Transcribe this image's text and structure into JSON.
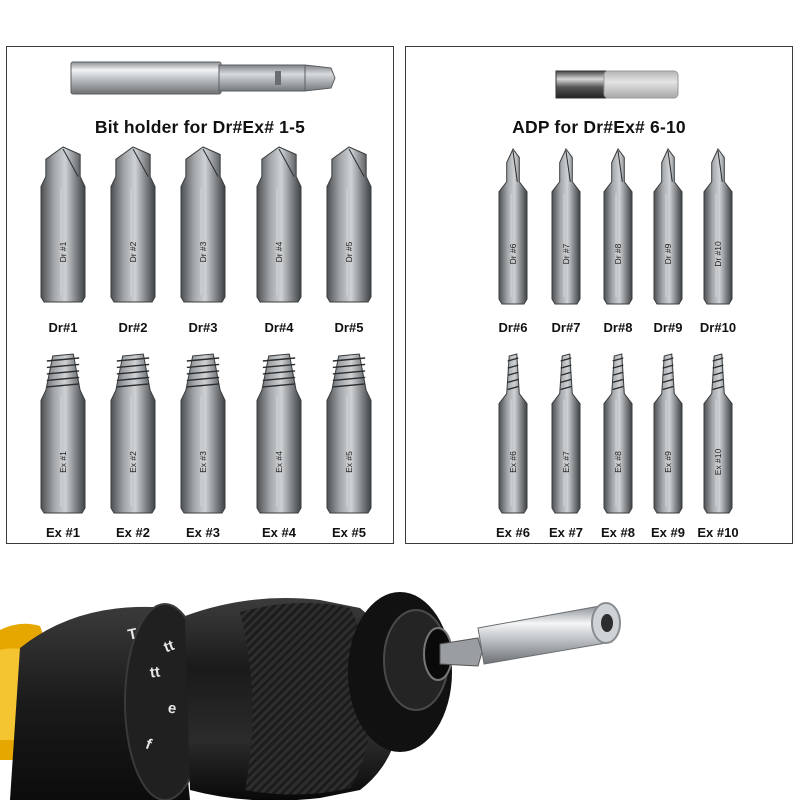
{
  "left_panel": {
    "title": "Bit holder for Dr#Ex# 1-5",
    "drill_bits": [
      {
        "label": "Dr#1",
        "marking": "Dr #1"
      },
      {
        "label": "Dr#2",
        "marking": "Dr #2"
      },
      {
        "label": "Dr#3",
        "marking": "Dr #3"
      },
      {
        "label": "Dr#4",
        "marking": "Dr #4"
      },
      {
        "label": "Dr#5",
        "marking": "Dr #5"
      }
    ],
    "extractor_bits": [
      {
        "label": "Ex #1",
        "marking": "Ex #1"
      },
      {
        "label": "Ex #2",
        "marking": "Ex #2"
      },
      {
        "label": "Ex #3",
        "marking": "Ex #3"
      },
      {
        "label": "Ex #4",
        "marking": "Ex #4"
      },
      {
        "label": "Ex #5",
        "marking": "Ex #5"
      }
    ]
  },
  "right_panel": {
    "title": "ADP for Dr#Ex# 6-10",
    "drill_bits": [
      {
        "label": "Dr#6",
        "marking": "Dr #6"
      },
      {
        "label": "Dr#7",
        "marking": "Dr #7"
      },
      {
        "label": "Dr#8",
        "marking": "Dr #8"
      },
      {
        "label": "Dr#9",
        "marking": "Dr #9"
      },
      {
        "label": "Dr#10",
        "marking": "Dr #10"
      }
    ],
    "extractor_bits": [
      {
        "label": "Ex #6",
        "marking": "Ex #6"
      },
      {
        "label": "Ex #7",
        "marking": "Ex #7"
      },
      {
        "label": "Ex #8",
        "marking": "Ex #8"
      },
      {
        "label": "Ex #9",
        "marking": "Ex #9"
      },
      {
        "label": "Ex #10",
        "marking": "Ex #10"
      }
    ]
  },
  "drill_photo": {
    "chuck_markings": [
      "T",
      "tt",
      "tt",
      "e",
      "f"
    ],
    "colors": {
      "drill_accent": "#e6a800",
      "steel": "#b8bcc0",
      "chuck": "#1e1e1e"
    }
  }
}
